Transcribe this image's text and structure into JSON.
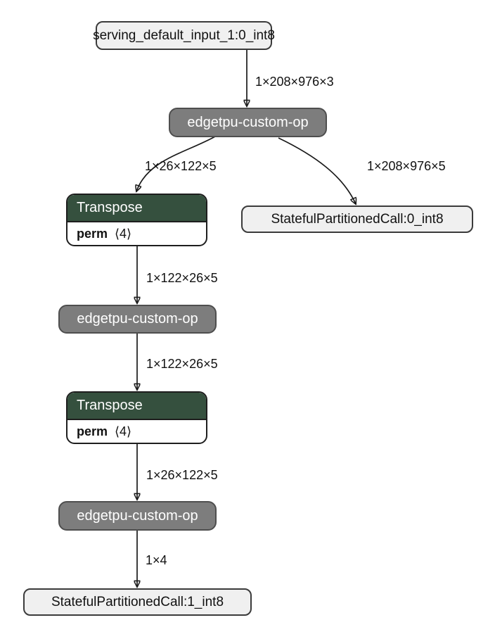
{
  "graph": {
    "colors": {
      "op_green": "#35503e",
      "op_gray": "#7d7d7d",
      "io_fill": "#f0f0f0",
      "edge": "#1a1a1a"
    },
    "nodes": [
      {
        "label": "serving_default_input_1:0_int8",
        "kind": "tensor-io"
      },
      {
        "label": "edgetpu-custom-op",
        "kind": "op"
      },
      {
        "label": "Transpose",
        "kind": "op",
        "attributes": [
          {
            "name": "perm",
            "value": "⟨4⟩"
          }
        ]
      },
      {
        "label": "StatefulPartitionedCall:0_int8",
        "kind": "tensor-io"
      },
      {
        "label": "edgetpu-custom-op",
        "kind": "op"
      },
      {
        "label": "Transpose",
        "kind": "op",
        "attributes": [
          {
            "name": "perm",
            "value": "⟨4⟩"
          }
        ]
      },
      {
        "label": "edgetpu-custom-op",
        "kind": "op"
      },
      {
        "label": "StatefulPartitionedCall:1_int8",
        "kind": "tensor-io"
      }
    ],
    "edges": [
      {
        "label": "1×208×976×3"
      },
      {
        "label": "1×26×122×5"
      },
      {
        "label": "1×208×976×5"
      },
      {
        "label": "1×122×26×5"
      },
      {
        "label": "1×122×26×5"
      },
      {
        "label": "1×26×122×5"
      },
      {
        "label": "1×4"
      }
    ]
  }
}
